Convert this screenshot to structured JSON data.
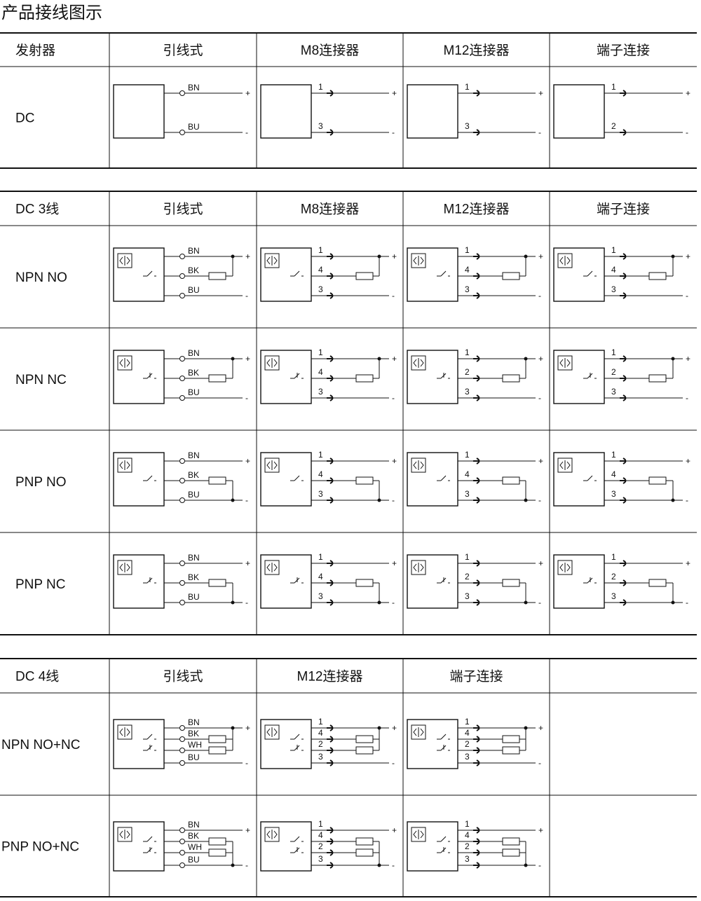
{
  "title": "产品接线图示",
  "wire_colors": {
    "brown": "BN",
    "black": "BK",
    "white": "WH",
    "blue": "BU"
  },
  "pins": {
    "brown": "1",
    "black": "4",
    "white": "2",
    "blue": "3"
  },
  "polarity": {
    "pos": "+",
    "neg": "-"
  },
  "sections": [
    {
      "headers": [
        "发射器",
        "引线式",
        "M8连接器",
        "M12连接器",
        "端子连接"
      ],
      "rows": [
        {
          "label": "DC",
          "kind": "dc2",
          "cells": [
            "lead",
            "m8",
            "m12",
            "terminal"
          ]
        }
      ]
    },
    {
      "headers": [
        "DC  3线",
        "引线式",
        "M8连接器",
        "M12连接器",
        "端子连接"
      ],
      "rows": [
        {
          "label": "NPN  NO",
          "kind": "npn_no",
          "cells": [
            "lead",
            "m8",
            "m12",
            "terminal"
          ]
        },
        {
          "label": "NPN  NC",
          "kind": "npn_nc",
          "cells": [
            "lead",
            "m8",
            "m12",
            "terminal"
          ]
        },
        {
          "label": "PNP  NO",
          "kind": "pnp_no",
          "cells": [
            "lead",
            "m8",
            "m12",
            "terminal"
          ]
        },
        {
          "label": "PNP  NC",
          "kind": "pnp_nc",
          "cells": [
            "lead",
            "m8",
            "m12",
            "terminal"
          ]
        }
      ]
    },
    {
      "headers": [
        "DC  4线",
        "引线式",
        "M12连接器",
        "端子连接",
        ""
      ],
      "rows": [
        {
          "label": "NPN NO+NC",
          "kind": "npn4",
          "cells": [
            "lead",
            "m12",
            "terminal"
          ]
        },
        {
          "label": "PNP NO+NC",
          "kind": "pnp4",
          "cells": [
            "lead",
            "m12",
            "terminal"
          ]
        }
      ]
    }
  ]
}
